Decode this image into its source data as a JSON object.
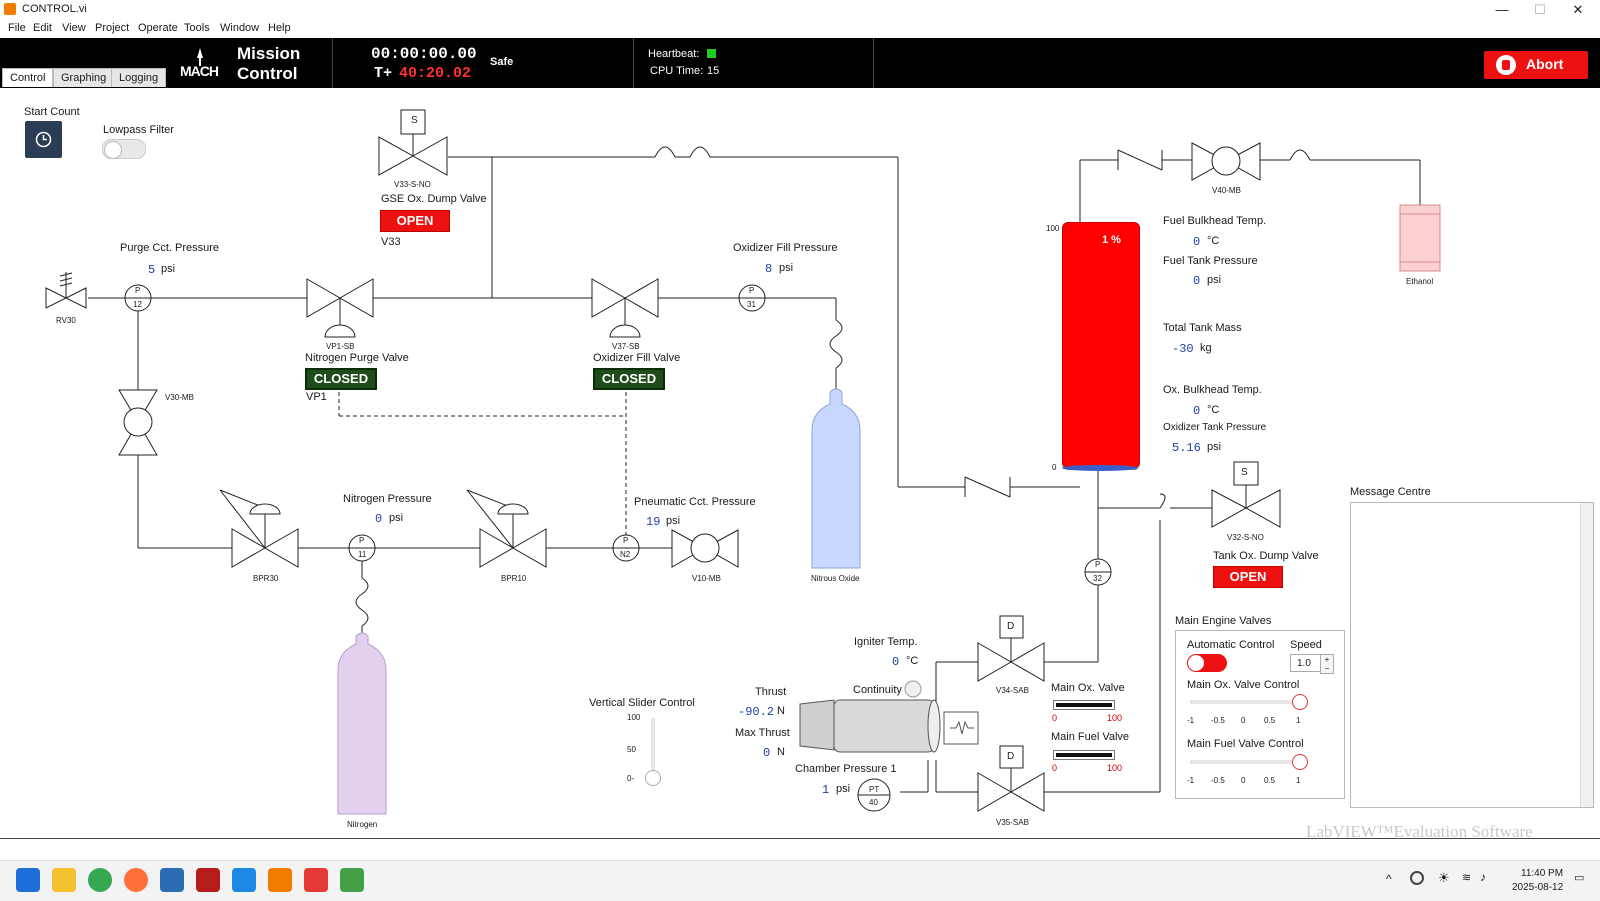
{
  "window": {
    "title": "CONTROL.vi",
    "minimize": "—",
    "maximize": "☐",
    "close": "✕"
  },
  "menu": [
    "File",
    "Edit",
    "View",
    "Project",
    "Operate",
    "Tools",
    "Window",
    "Help"
  ],
  "tabs": [
    "Control",
    "Graphing",
    "Logging"
  ],
  "header": {
    "logo_text": "MACH",
    "title_line1": "Mission",
    "title_line2": "Control",
    "clock": "00:00:00.00",
    "tplus_label": "T+",
    "tplus_value": "40:20.02",
    "state": "Safe",
    "heartbeat_label": "Heartbeat:",
    "cpu_label": "CPU Time:",
    "cpu_value": "15",
    "abort_label": "Abort"
  },
  "controls": {
    "start_count": "Start Count",
    "lowpass_filter": "Lowpass Filter"
  },
  "gse": {
    "valve_tag": "V33-S-NO",
    "solenoid": "S",
    "name": "GSE Ox. Dump Valve",
    "state": "OPEN",
    "id": "V33"
  },
  "purge": {
    "label": "Purge Cct. Pressure",
    "value": "5",
    "unit": "psi",
    "sensor": "12",
    "relief_tag": "RV30"
  },
  "nitrogen_purge": {
    "tag": "VP1-SB",
    "name": "Nitrogen Purge Valve",
    "state": "CLOSED",
    "id": "VP1"
  },
  "ox_fill_valve": {
    "tag": "V37-SB",
    "name": "Oxidizer Fill Valve",
    "state": "CLOSED"
  },
  "ox_fill_pressure": {
    "label": "Oxidizer Fill Pressure",
    "value": "8",
    "unit": "psi",
    "sensor": "31"
  },
  "v30": {
    "tag": "V30-MB"
  },
  "nitrogen_pressure": {
    "label": "Nitrogen Pressure",
    "value": "0",
    "unit": "psi",
    "sensor": "11"
  },
  "bpr30": "BPR30",
  "bpr10": "BPR10",
  "pneumatic": {
    "label": "Pneumatic Cct. Pressure",
    "value": "19",
    "unit": "psi",
    "sensor": "N2"
  },
  "v10": "V10-MB",
  "bottles": {
    "nitrous": "Nitrous Oxide",
    "nitrogen": "Nitrogen",
    "ethanol": "Ethanol"
  },
  "sensor_p": "P",
  "tank": {
    "level_pct": "1 %",
    "level_fraction": 1.0,
    "scale_max": "100",
    "scale_min": "0",
    "fuel_bulkhead_label": "Fuel Bulkhead Temp.",
    "fuel_bulkhead_value": "0",
    "fuel_bulkhead_unit": "°C",
    "fuel_tank_pressure_label": "Fuel Tank Pressure",
    "fuel_tank_pressure_value": "0",
    "fuel_tank_pressure_unit": "psi",
    "mass_label": "Total Tank Mass",
    "mass_value": "-30",
    "mass_unit": "kg",
    "ox_bulkhead_label": "Ox. Bulkhead Temp.",
    "ox_bulkhead_value": "0",
    "ox_bulkhead_unit": "°C",
    "ox_tank_pressure_label": "Oxidizer Tank Pressure",
    "ox_tank_pressure_value": "5.16",
    "ox_tank_pressure_unit": "psi"
  },
  "v40": "V40-MB",
  "tank_dump": {
    "tag": "V32-S-NO",
    "name": "Tank Ox. Dump Valve",
    "state": "OPEN",
    "solenoid": "S"
  },
  "sensor32": "32",
  "message_centre": "Message Centre",
  "igniter": {
    "label": "Igniter Temp.",
    "value": "0",
    "unit": "°C",
    "continuity": "Continuity"
  },
  "thrust": {
    "label": "Thrust",
    "value": "-90.2",
    "unit": "N",
    "max_label": "Max Thrust",
    "max_value": "0",
    "max_unit": "N"
  },
  "chamber": {
    "label": "Chamber Pressure 1",
    "value": "1",
    "unit": "psi",
    "sensor_top": "PT",
    "sensor_bottom": "40"
  },
  "slider": {
    "label": "Vertical Slider Control",
    "t100": "100",
    "t50": "50",
    "t0": "0-"
  },
  "v34": {
    "tag": "V34-SAB",
    "box": "D"
  },
  "v35": {
    "tag": "V35-SAB",
    "box": "D"
  },
  "main_ox_valve": {
    "label": "Main Ox. Valve",
    "min": "0",
    "max": "100"
  },
  "main_fuel_valve": {
    "label": "Main Fuel Valve",
    "min": "0",
    "max": "100"
  },
  "mev": {
    "title": "Main Engine Valves",
    "auto": "Automatic Control",
    "speed_label": "Speed",
    "speed_value": "1.0",
    "ox_control": "Main Ox. Valve Control",
    "fuel_control": "Main Fuel Valve Control",
    "ticks": [
      "-1",
      "-0.5",
      "0",
      "0.5",
      "1"
    ]
  },
  "watermark": "LabVIEW™Evaluation Software",
  "taskbar": {
    "time": "11:40 PM",
    "date": "2025-08-12"
  },
  "colors": {
    "accent_red": "#ee1111",
    "closed_green": "#1f4d1a",
    "value_blue": "#1f3fa6",
    "tank_red": "#ff0000",
    "heartbeat": "#22cc22"
  }
}
